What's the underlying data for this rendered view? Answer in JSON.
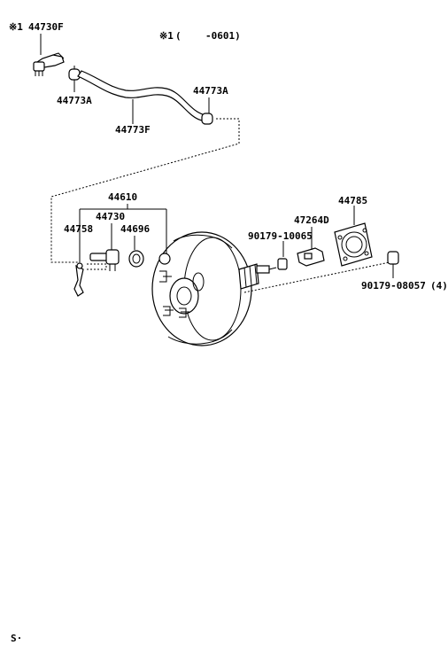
{
  "note": {
    "symbol": "※1",
    "open": "(",
    "spacer": "",
    "range": "-0601)"
  },
  "labels": {
    "hose_union": "44730F",
    "hose_union_prefix": "※1",
    "clamp_left": "44773A",
    "clamp_right": "44773A",
    "hose": "44773F",
    "booster_assy": "44610",
    "check_valve": "44730",
    "clip": "44758",
    "grommet": "44696",
    "gasket_plate": "44785",
    "seal": "47264D",
    "nut_small": "90179-10065",
    "nut_mount": "90179-08057",
    "nut_mount_qty": "(4)"
  },
  "footer": {
    "code": "S·"
  },
  "colors": {
    "ink": "#000000",
    "paper": "#ffffff"
  }
}
